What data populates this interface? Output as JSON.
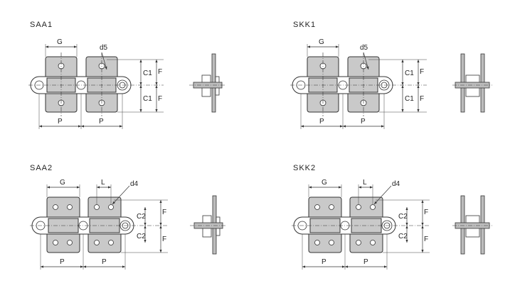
{
  "variants": [
    {
      "id": "saa1",
      "title": "SAA1",
      "hole_label": "d5",
      "labels": {
        "pitch": "P",
        "width": "G",
        "c": "C1",
        "f": "F"
      }
    },
    {
      "id": "skk1",
      "title": "SKK1",
      "hole_label": "d5",
      "labels": {
        "pitch": "P",
        "width": "G",
        "c": "C1",
        "f": "F"
      }
    },
    {
      "id": "saa2",
      "title": "SAA2",
      "hole_label": "d4",
      "labels": {
        "pitch": "P",
        "width": "G",
        "c": "C2",
        "f": "F",
        "spacing": "L"
      }
    },
    {
      "id": "skk2",
      "title": "SKK2",
      "hole_label": "d4",
      "labels": {
        "pitch": "P",
        "width": "G",
        "c": "C2",
        "f": "F",
        "spacing": "L"
      }
    }
  ],
  "colors": {
    "plate": "#c9c9c9",
    "outline": "#333333",
    "background": "#ffffff"
  }
}
